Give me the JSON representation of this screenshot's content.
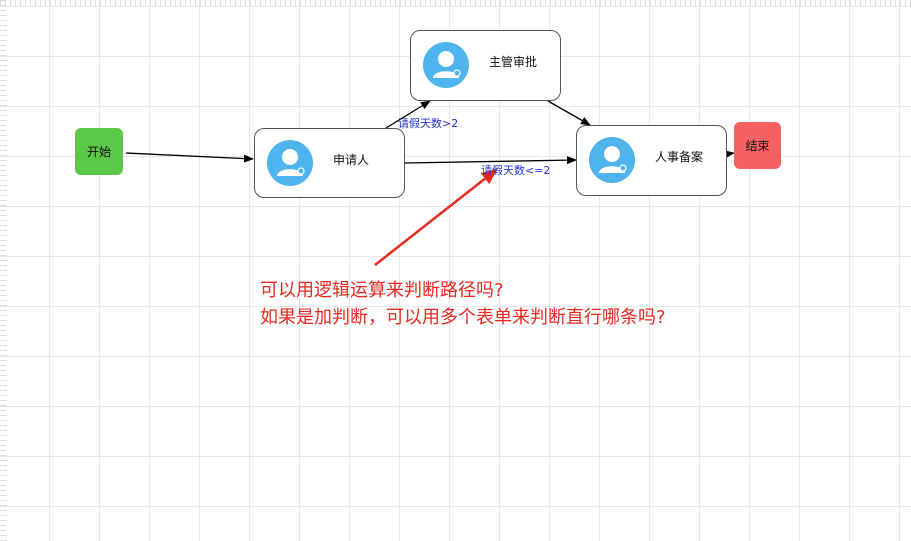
{
  "nodes": {
    "start": {
      "label": "开始",
      "color": "#5cc84a"
    },
    "end": {
      "label": "结束",
      "color": "#f36163"
    },
    "applicant": {
      "label": "申请人"
    },
    "manager": {
      "label": "主管审批"
    },
    "hr": {
      "label": "人事备案"
    }
  },
  "edges": {
    "gt": {
      "label": "请假天数>2"
    },
    "le": {
      "label": "请假天数<=2"
    }
  },
  "annotation": {
    "line1": "可以用逻辑运算来判断路径吗?",
    "line2": "如果是加判断，可以用多个表单来判断直行哪条吗?",
    "color": "#e8291f"
  },
  "colors": {
    "avatar": "#4db4ee",
    "edge_label": "#2233cc"
  }
}
